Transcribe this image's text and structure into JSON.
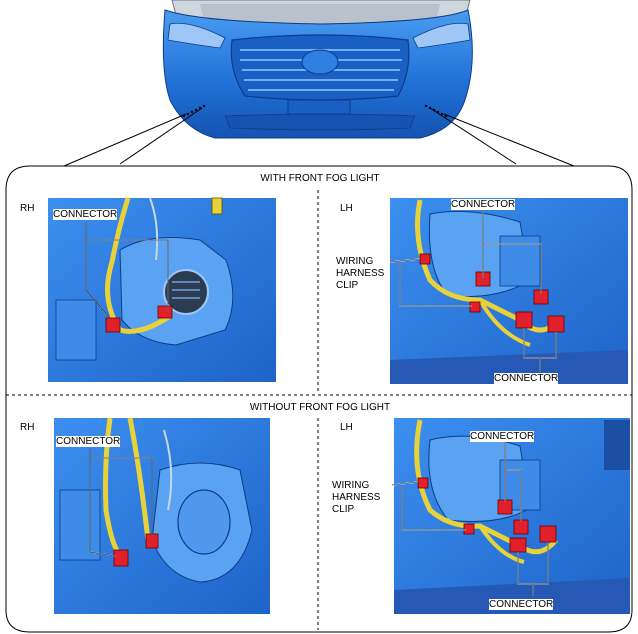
{
  "sections": [
    {
      "title": "WITH FRONT FOG LIGHT",
      "rh": {
        "side": "RH",
        "connector_label": "CONNECTOR"
      },
      "lh": {
        "side": "LH",
        "connector_top_label": "CONNECTOR",
        "clip_label": [
          "WIRING",
          "HARNESS",
          "CLIP"
        ],
        "connector_bottom_label": "CONNECTOR"
      }
    },
    {
      "title": "WITHOUT FRONT FOG LIGHT",
      "rh": {
        "side": "RH",
        "connector_label": "CONNECTOR"
      },
      "lh": {
        "side": "LH",
        "connector_top_label": "CONNECTOR",
        "clip_label": [
          "WIRING",
          "HARNESS",
          "CLIP"
        ],
        "connector_bottom_label": "CONNECTOR"
      }
    }
  ],
  "colors": {
    "body_blue": "#1f6fd6",
    "photo_blue": "#2f7de0",
    "harness_yellow": "#e8d23a",
    "connector_red": "#e0202a"
  }
}
